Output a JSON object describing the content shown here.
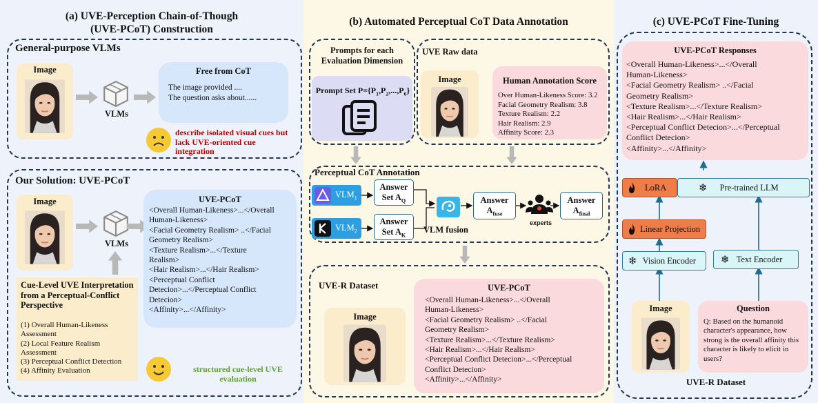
{
  "colors": {
    "panel_a_bg": "#eef3fb",
    "panel_b_bg": "#fdf7e6",
    "panel_c_bg": "#eef3fb",
    "dash": "#1f3550",
    "red": "#c00000",
    "green": "#5da130",
    "bubble_blue": "#d6e6fb",
    "pink": "#fadadd",
    "cream": "#fbeccb"
  },
  "panel_a": {
    "title_line1": "(a) UVE-Perception Chain-of-Though",
    "title_line2": "(UVE-PCoT) Construction",
    "general": {
      "title": "General-purpose  VLMs",
      "image_label": "Image",
      "vlm_label": "VLMs",
      "bubble_title": "Free from CoT",
      "bubble_line1": "The image provided ....",
      "bubble_line2": "The question asks about......",
      "note": "describe isolated visual cues but lack UVE-oriented cue integration"
    },
    "solution": {
      "title": "Our Solution: UVE-PCoT",
      "image_label": "Image",
      "vlm_label": "VLMs",
      "cue_title": "Cue-Level UVE Interpretation from a Perceptual-Conflict Perspective",
      "cue_items": [
        "(1) Overall Human-Likeness Assessment",
        "(2) Local Feature Realism Assessment",
        "(3) Perceptual Conflict Detection",
        "(4) Affinity Evaluation"
      ],
      "bubble_title": "UVE-PCoT",
      "bubble_lines": [
        "<Overall Human-Likeness>...</Overall",
        "Human-Likeness>",
        "<Facial Geometry Realism> ..</Facial",
        "Geometry Realism>",
        "<Texture Realism>...</Texture",
        "Realism>",
        "<Hair Realism>...</Hair Realism>",
        "<Perceptual Conflict",
        "Detecion>...</Perceptual Conflict",
        "Detecion>",
        "<Affinity>...</Affinity>"
      ],
      "note": "structured cue-level UVE evaluation"
    }
  },
  "panel_b": {
    "title": "(b) Automated Perceptual CoT Data Annotation",
    "prompts": {
      "title_line1": "Prompts for each",
      "title_line2": "Evaluation Dimension",
      "set_label": "Prompt Set P={P",
      "set_sub1": "1",
      "set_mid": ",P",
      "set_sub2": "2",
      "set_tail": ",...,P",
      "set_sub3": "6",
      "set_end": "}"
    },
    "raw": {
      "title": "UVE Raw data",
      "image_label": "Image",
      "score_title": "Human Annotation Score",
      "scores": [
        "Over Human-Likeness Score: 3.2",
        "Facial Geometry Realism: 3.8",
        "Texture Realism: 2.2",
        "Hair Realism: 2.9",
        "Affinity Score: 2.3"
      ]
    },
    "annotation": {
      "title": "Perceptual CoT Annotation",
      "vlm1": "VLM",
      "vlm1_sub": "1",
      "vlm2": "VLM",
      "vlm2_sub": "2",
      "answer": "Answer",
      "set_q": "Set A",
      "set_q_sub": "Q",
      "set_k": "Set A",
      "set_k_sub": "K",
      "fusion_label": "VLM fusion",
      "a_fuse": "A",
      "a_fuse_sub": "fuse",
      "a_final": "A",
      "a_final_sub": "final",
      "experts": "experts"
    },
    "dataset": {
      "title": "UVE-R Dataset",
      "image_label": "Image",
      "bubble_title": "UVE-PCoT",
      "bubble_lines": [
        "<Overall Human-Likeness>...</Overall",
        "Human-Likeness>",
        "<Facial Geometry Realism> ..</Facial",
        "Geometry Realism>",
        "<Texture Realism>...</Texture Realism>",
        "<Hair Realism>...</Hair Realism>",
        "<Perceptual Conflict Detecion>...</Perceptual",
        "Conflict  Detecion>",
        "<Affinity>...</Affinity>"
      ]
    }
  },
  "panel_c": {
    "title": "(c) UVE-PCoT Fine-Tuning",
    "responses": {
      "title": "UVE-PCoT Responses",
      "lines": [
        "<Overall Human-Likeness>...</Overall",
        "Human-Likeness>",
        "<Facial Geometry Realism> ..</Facial",
        "Geometry Realism>",
        "<Texture Realism>...</Texture Realism>",
        "<Hair Realism>...</Hair Realism>",
        "<Perceptual Conflict Detecion>...</Perceptual",
        "Conflict  Detecion>",
        "<Affinity>...</Affinity>"
      ]
    },
    "lora": "LoRA",
    "llm": "Pre-trained LLM",
    "linear": "Linear Projection",
    "vision": "Vision Encoder",
    "text": "Text Encoder",
    "image_label": "Image",
    "question_title": "Question",
    "question_text": "Q: Based on the humanoid character's appearance, how strong is the overall affinity this character is likely to elicit in users?",
    "dataset_label": "UVE-R Dataset"
  }
}
